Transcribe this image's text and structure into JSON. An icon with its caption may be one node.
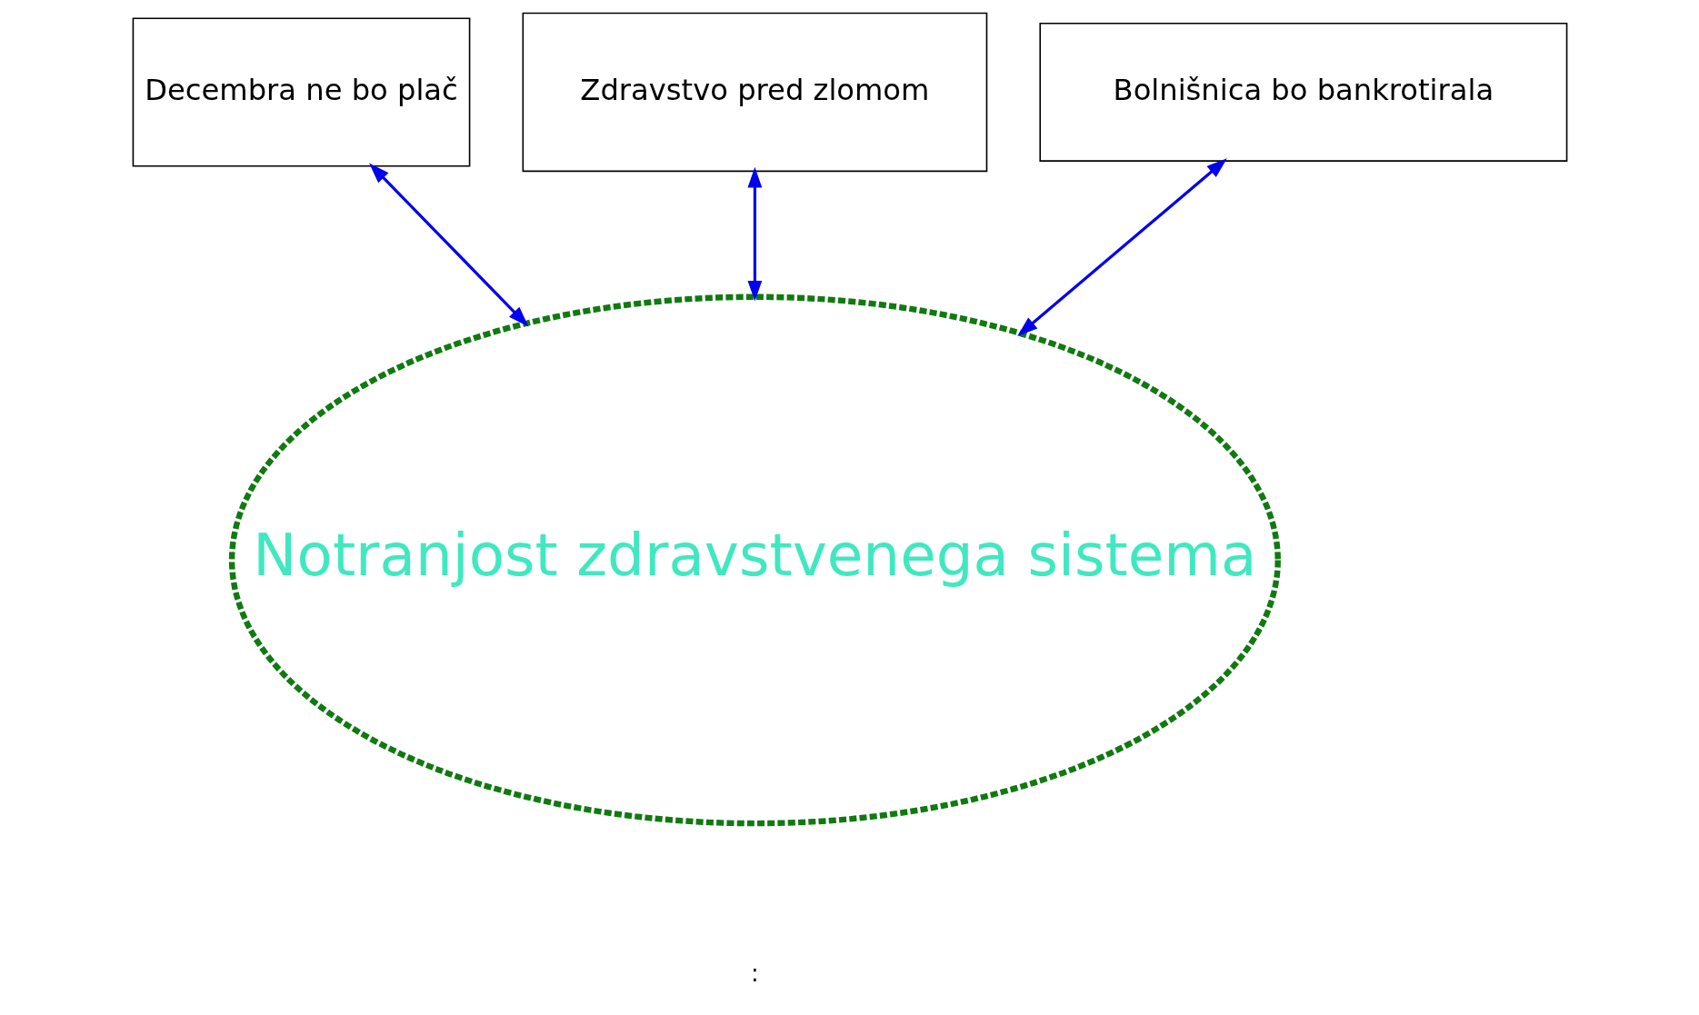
{
  "diagram": {
    "nodes": [
      {
        "text": [
          "Decembra ne bo plač"
        ]
      },
      {
        "text": [
          "Zdravstvo pred zlomom"
        ]
      },
      {
        "text": [
          "Bolnišnica bo bankrotirala"
        ]
      },
      {
        "text": [
          "Notranjost zdravstvenega sistema"
        ]
      }
    ],
    "edges": [
      {
        "from": 0,
        "to": 3,
        "arrow": "both"
      },
      {
        "from": 1,
        "to": 3,
        "arrow": "both"
      },
      {
        "from": 2,
        "to": 3,
        "arrow": "both"
      }
    ],
    "labels": [
      ":"
    ]
  }
}
